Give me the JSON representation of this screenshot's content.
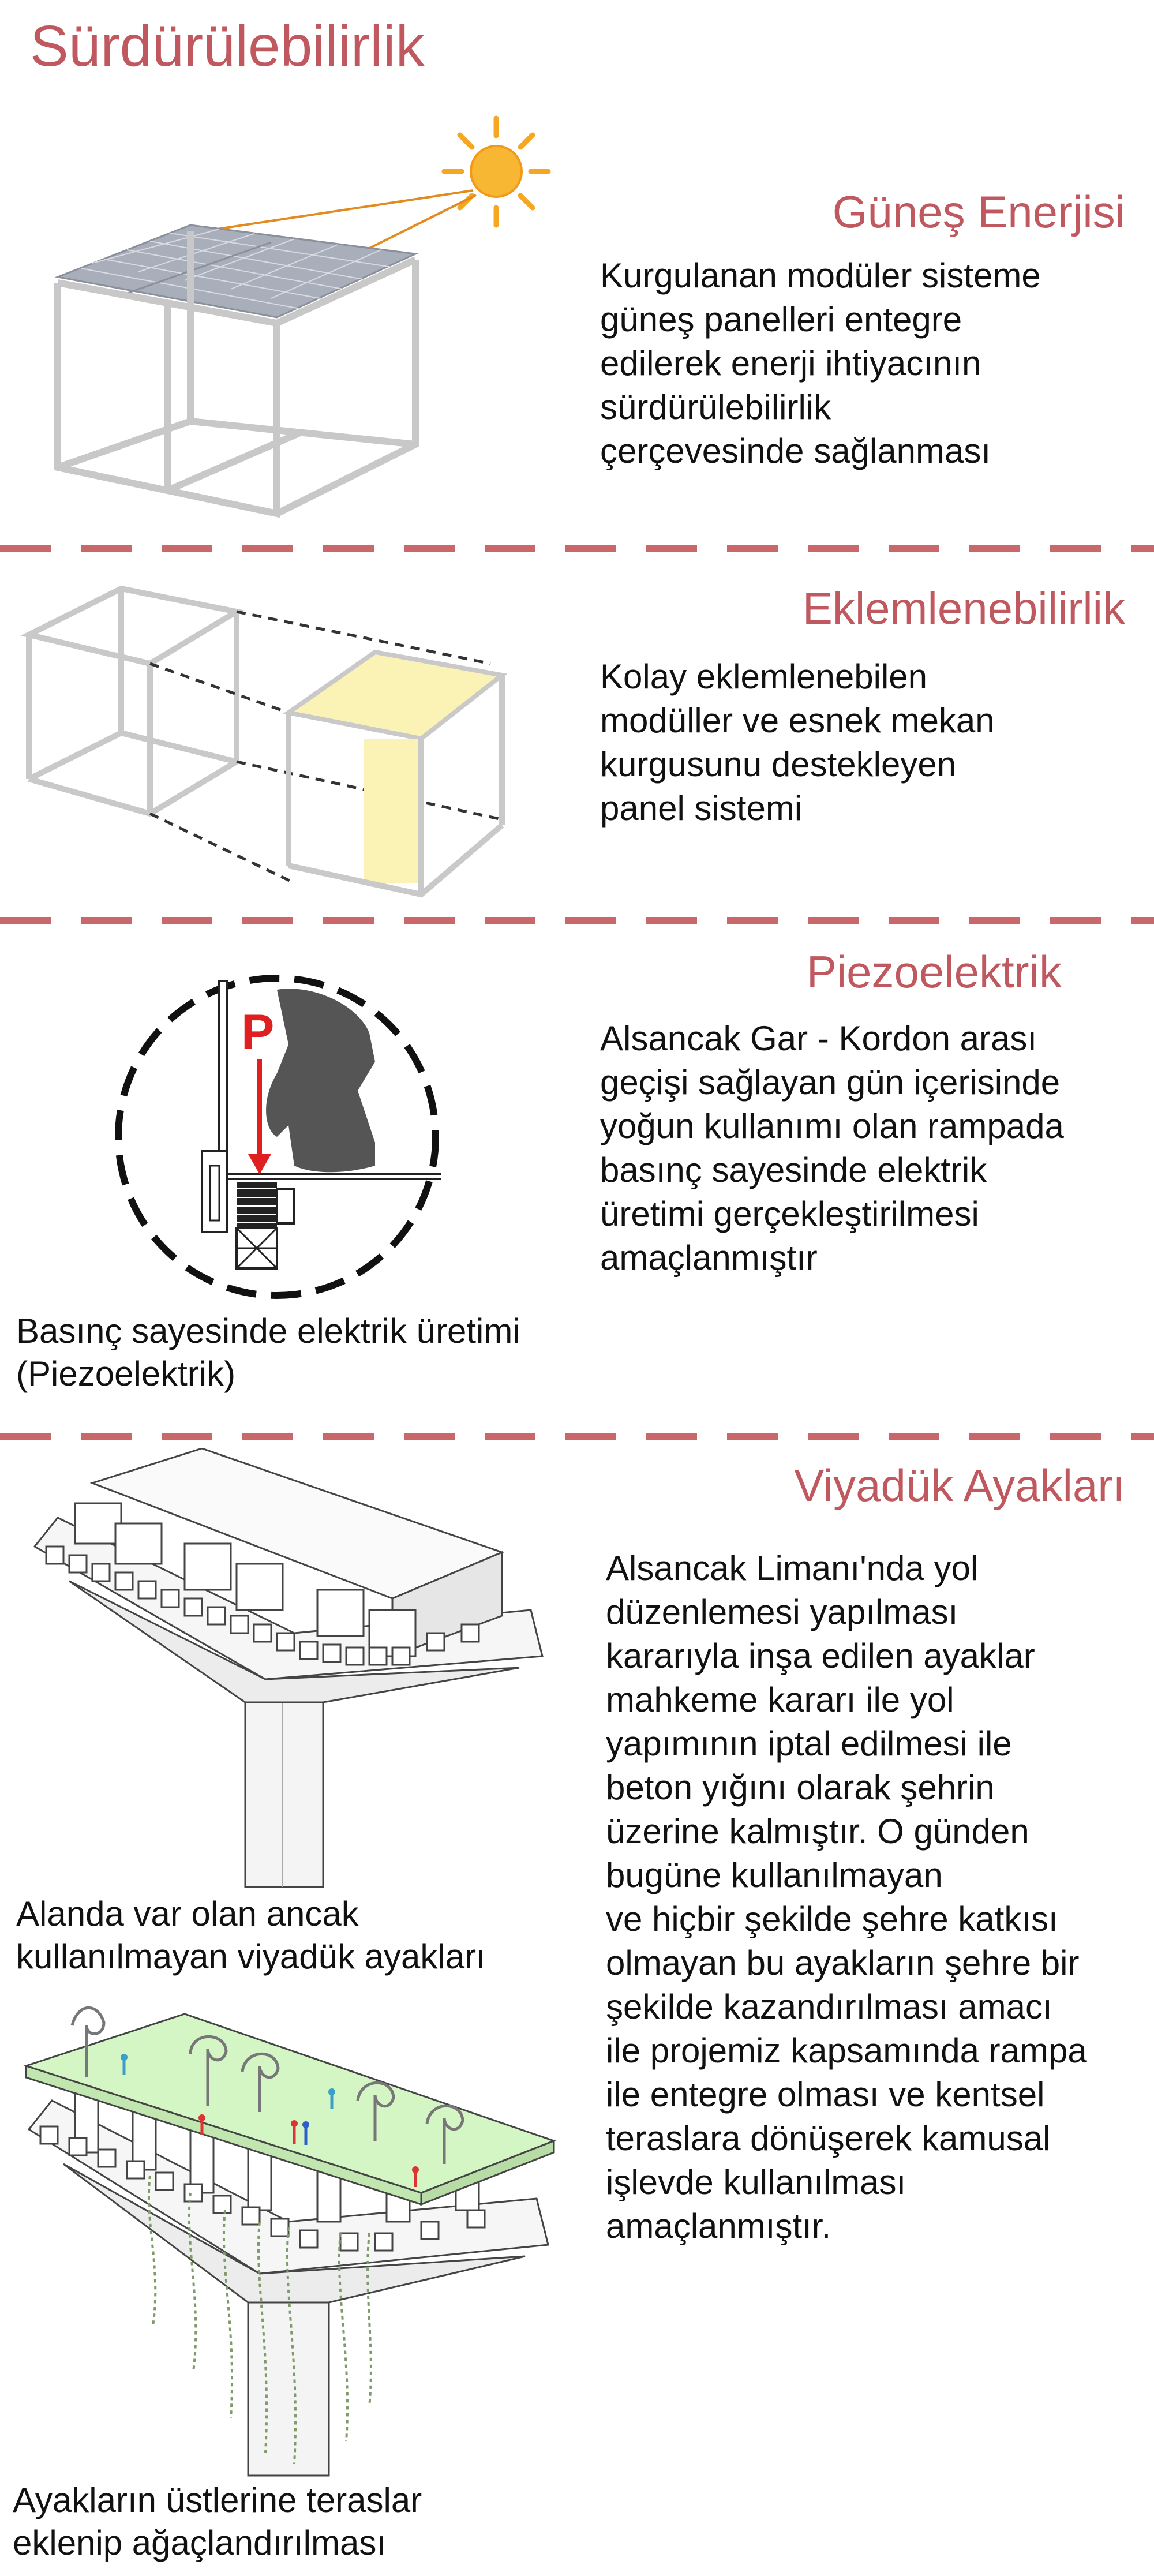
{
  "page": {
    "title": "Sürdürülebilirlik"
  },
  "sections": [
    {
      "title": "Güneş Enerjisi",
      "text": "Kurgulanan modüler sisteme\ngüneş panelleri entegre\nedilerek enerji ihtiyacının\nsürdürülebilirlik\nçerçevesinde sağlanması"
    },
    {
      "title": "Eklemlenebilirlik",
      "text": "Kolay eklemlenebilen\nmodüller ve esnek mekan\nkurgusunu destekleyen\npanel sistemi"
    },
    {
      "title": "Piezoelektrik",
      "text": "Alsancak Gar - Kordon arası\ngeçişi sağlayan gün içerisinde\nyoğun kullanımı olan rampada\nbasınç sayesinde elektrik\nüretimi gerçekleştirilmesi\namaçlanmıştır",
      "caption": "Basınç sayesinde elektrik üretimi\n(Piezoelektrik)",
      "diagram_label": "P"
    },
    {
      "title": "Viyadük Ayakları",
      "text": "Alsancak Limanı'nda yol\ndüzenlemesi yapılması\nkararıyla inşa edilen ayaklar\nmahkeme kararı ile yol\nyapımının iptal edilmesi ile\nbeton yığını olarak şehrin\nüzerine kalmıştır. O günden\nbugüne kullanılmayan\nve hiçbir şekilde şehre katkısı\nolmayan bu ayakların şehre bir\nşekilde kazandırılması amacı\nile projemiz kapsamında rampa\nile entegre olması ve kentsel\nteraslara dönüşerek kamusal\nişlevde kullanılması\namaçlanmıştır.",
      "caption_top": "Alanda var olan ancak\nkullanılmayan viyadük ayakları",
      "caption_bottom": "Ayakların üstlerine teraslar\neklenip ağaçlandırılması"
    }
  ],
  "colors": {
    "accent": "#c0595f",
    "divider": "#c9676b",
    "sun": "#f5a623",
    "panel_yellow": "#fbf3b5",
    "terrace_green": "#d4f5c4",
    "frame": "#cfcfcf"
  }
}
